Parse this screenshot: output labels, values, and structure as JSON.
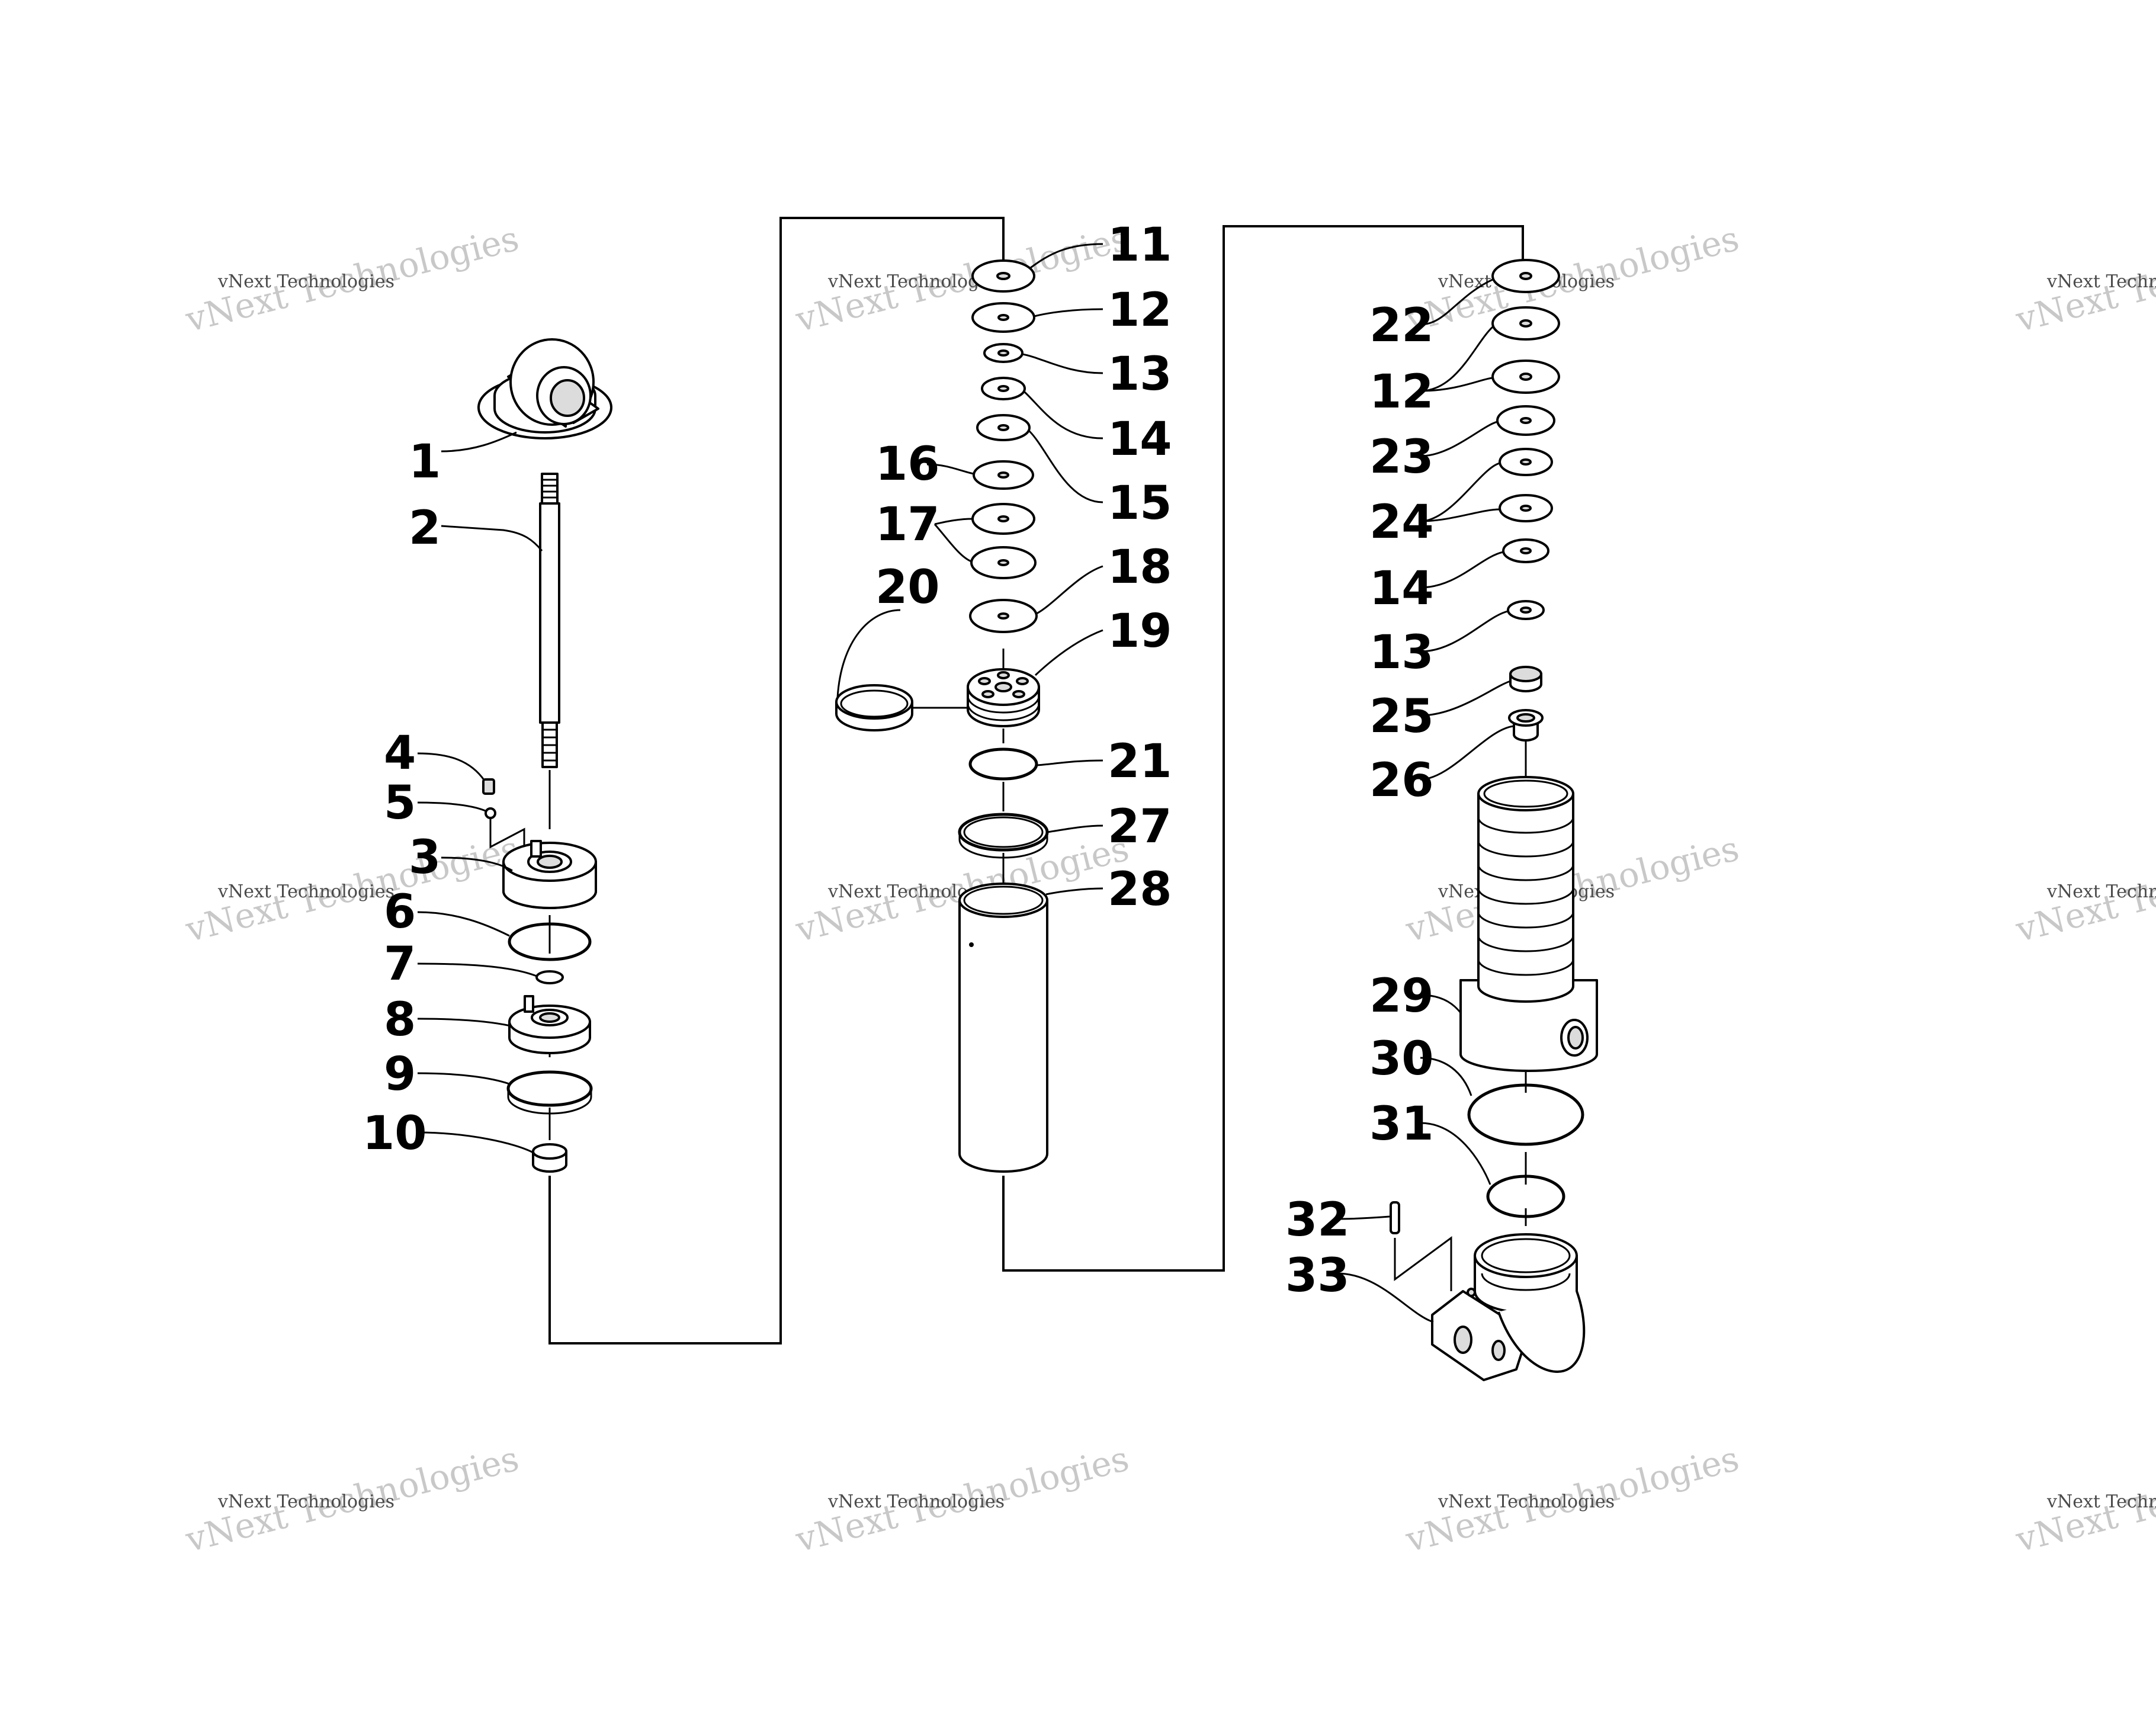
{
  "watermark": {
    "big": "vNext Technologies",
    "small": "vNext Technologies"
  },
  "callouts": {
    "c1": "1",
    "c2": "2",
    "c3": "3",
    "c4": "4",
    "c5": "5",
    "c6": "6",
    "c7": "7",
    "c8": "8",
    "c9": "9",
    "c10": "10",
    "c11": "11",
    "c12a": "12",
    "c13a": "13",
    "c14a": "14",
    "c15": "15",
    "c16": "16",
    "c17": "17",
    "c18": "18",
    "c19": "19",
    "c20": "20",
    "c21": "21",
    "c27": "27",
    "c28": "28",
    "c22": "22",
    "c12b": "12",
    "c23": "23",
    "c24": "24",
    "c14b": "14",
    "c13b": "13",
    "c25": "25",
    "c26": "26",
    "c29": "29",
    "c30": "30",
    "c31": "31",
    "c32": "32",
    "c33": "33"
  }
}
